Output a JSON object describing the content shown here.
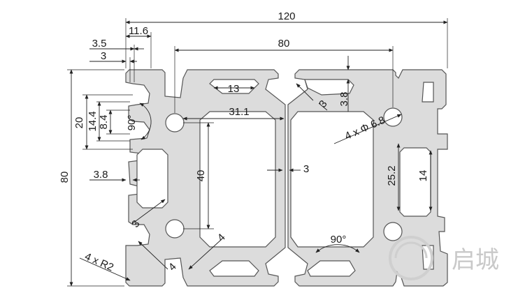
{
  "dimensions": {
    "overall_width": "120",
    "slot_spacing_top": "80",
    "offset_11_6": "11.6",
    "offset_3_5": "3.5",
    "offset_3": "3",
    "slot_width_13": "13",
    "center_offset_31_1": "31.1",
    "angle_3_right": "3",
    "depth_3_8_top": "3.8",
    "hole_label": "4 x Φ 6.8",
    "overall_height": "80",
    "slot_20": "20",
    "slot_14_4": "14.4",
    "slot_8_4": "8.4",
    "angle_90_left": "90°",
    "depth_3_8_left": "3.8",
    "spacing_40": "40",
    "web_thickness": "3",
    "right_25_2": "25.2",
    "right_14": "14",
    "wall_3_left": "3",
    "wall_4_left": "4",
    "wall_4_center": "4",
    "radius_label": "4 x R2",
    "angle_90_bottom": "90°"
  },
  "watermark": {
    "text": "启城",
    "color": "#c9c9c9"
  },
  "colors": {
    "profile_fill": "#dcdcdc",
    "profile_stroke": "#555555",
    "dimension_line": "#222222"
  }
}
